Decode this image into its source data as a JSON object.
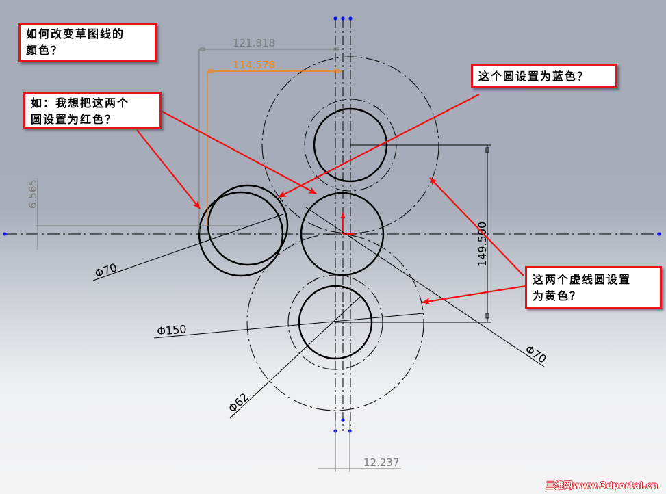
{
  "app": "SolidWorks sketch",
  "callouts": [
    {
      "id": "question",
      "lines": [
        "如何改变草图线的",
        "颜色？"
      ]
    },
    {
      "id": "red-circles",
      "lines": [
        "如：我想把这两个",
        "圆设置为红色？"
      ]
    },
    {
      "id": "blue-circle",
      "lines": [
        "这个圆设置为蓝色？"
      ]
    },
    {
      "id": "yellow-circles",
      "lines": [
        "这两个虚线圆设置",
        "为黄色？"
      ]
    }
  ],
  "dimensions": {
    "d121": "121.818",
    "d114": "114.578",
    "d6565": "6.565",
    "d149": "149.500",
    "d12": "12.237",
    "dia70_left": "Φ70",
    "dia150": "Φ150",
    "dia70_right": "Φ70",
    "dia62": "Φ62"
  },
  "colors": {
    "sketch_line": "#000000",
    "dimension_gray": "#7a7a7a",
    "dimension_active": "#ff8000",
    "callout_border": "#e8141a",
    "arrow_red": "#ee1111",
    "point_blue": "#0a14e6",
    "origin_red": "#ff0000"
  },
  "watermark": "三维网www.3dportal.cn"
}
